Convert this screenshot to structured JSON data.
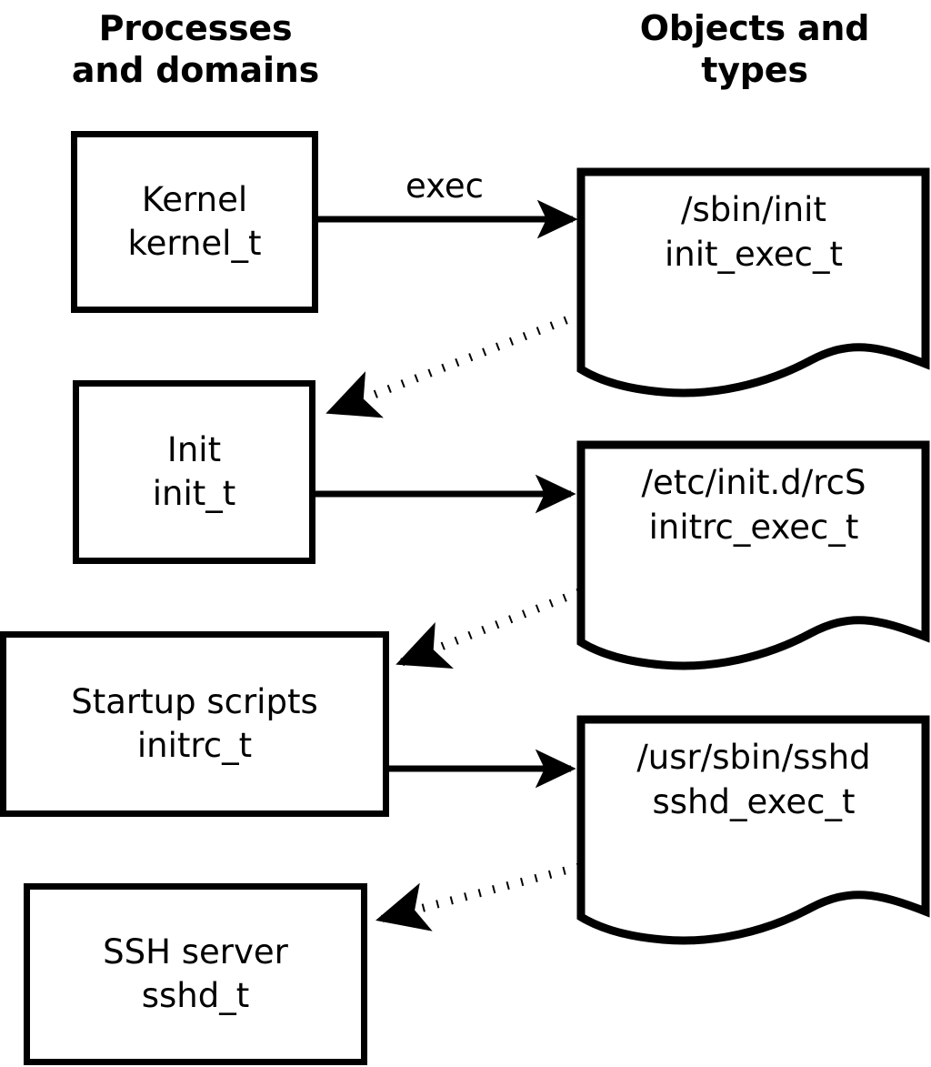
{
  "titles": {
    "left": "Processes\nand domains",
    "right": "Objects and\ntypes"
  },
  "colors": {
    "stroke": "#000000",
    "fill": "#ffffff",
    "text": "#000000"
  },
  "process_boxes": [
    {
      "id": "kernel",
      "label": "Kernel\nkernel_t"
    },
    {
      "id": "init",
      "label": "Init\ninit_t"
    },
    {
      "id": "initrc",
      "label": "Startup scripts\ninitrc_t"
    },
    {
      "id": "sshd",
      "label": "SSH server\nsshd_t"
    }
  ],
  "object_docs": [
    {
      "id": "init-exec",
      "label": "/sbin/init\ninit_exec_t"
    },
    {
      "id": "initrc-exec",
      "label": "/etc/init.d/rcS\ninitrc_exec_t"
    },
    {
      "id": "sshd-exec",
      "label": "/usr/sbin/sshd\nsshd_exec_t"
    }
  ],
  "edges": [
    {
      "id": "kernel-exec-init",
      "label": "exec",
      "style": "solid"
    },
    {
      "id": "init-exec-to-init",
      "label": "",
      "style": "dotted"
    },
    {
      "id": "init-exec-initrc",
      "label": "",
      "style": "solid"
    },
    {
      "id": "initrc-exec-to-initrc",
      "label": "",
      "style": "dotted"
    },
    {
      "id": "initrc-exec-sshd",
      "label": "",
      "style": "solid"
    },
    {
      "id": "sshd-exec-to-sshd",
      "label": "",
      "style": "dotted"
    }
  ]
}
